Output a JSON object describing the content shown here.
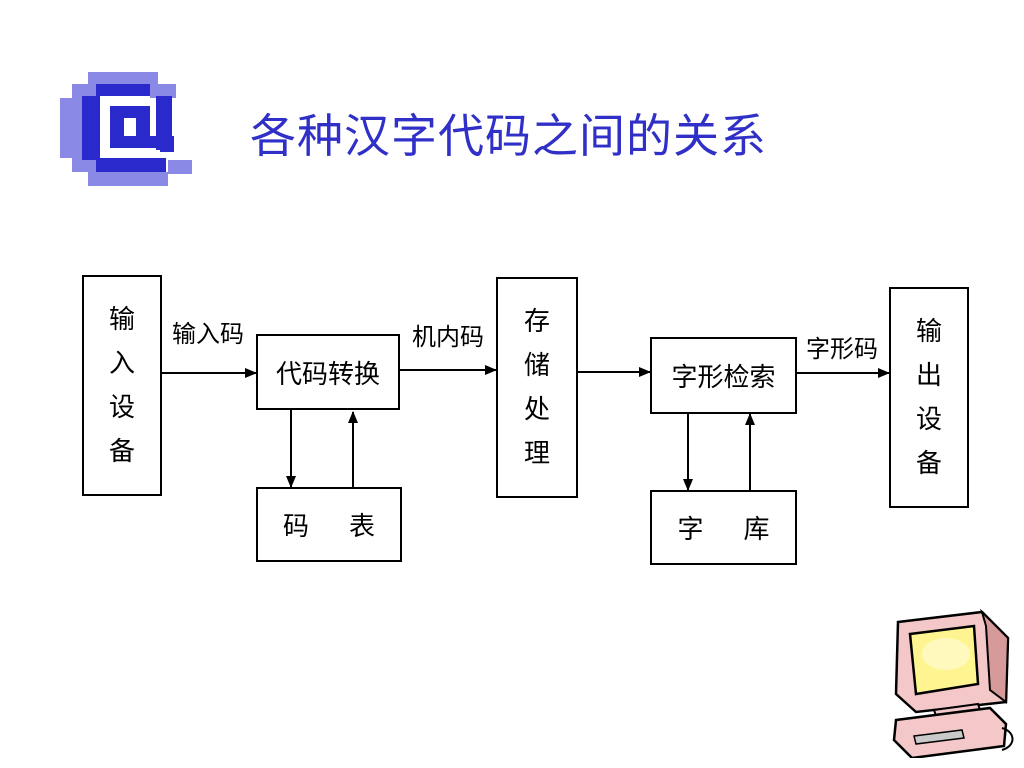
{
  "title": "各种汉字代码之间的关系",
  "colors": {
    "title": "#3030c8",
    "logo_blue": "#2a2acc",
    "logo_light": "#8a8ae6",
    "monitor_screen": "#fff590",
    "monitor_body": "#f4c8c8"
  },
  "icons": [
    "at-sign-logo-icon",
    "computer-clipart-icon"
  ],
  "boxes": {
    "input_device": [
      "输",
      "入",
      "设",
      "备"
    ],
    "code_convert": "代码转换",
    "code_table_a": "码",
    "code_table_b": "表",
    "storage": [
      "存",
      "储",
      "处",
      "理"
    ],
    "glyph_search": "字形检索",
    "font_lib_a": "字",
    "font_lib_b": "库",
    "output_device": [
      "输",
      "出",
      "设",
      "备"
    ]
  },
  "labels": {
    "input_code": "输入码",
    "internal_code": "机内码",
    "glyph_code": "字形码"
  }
}
